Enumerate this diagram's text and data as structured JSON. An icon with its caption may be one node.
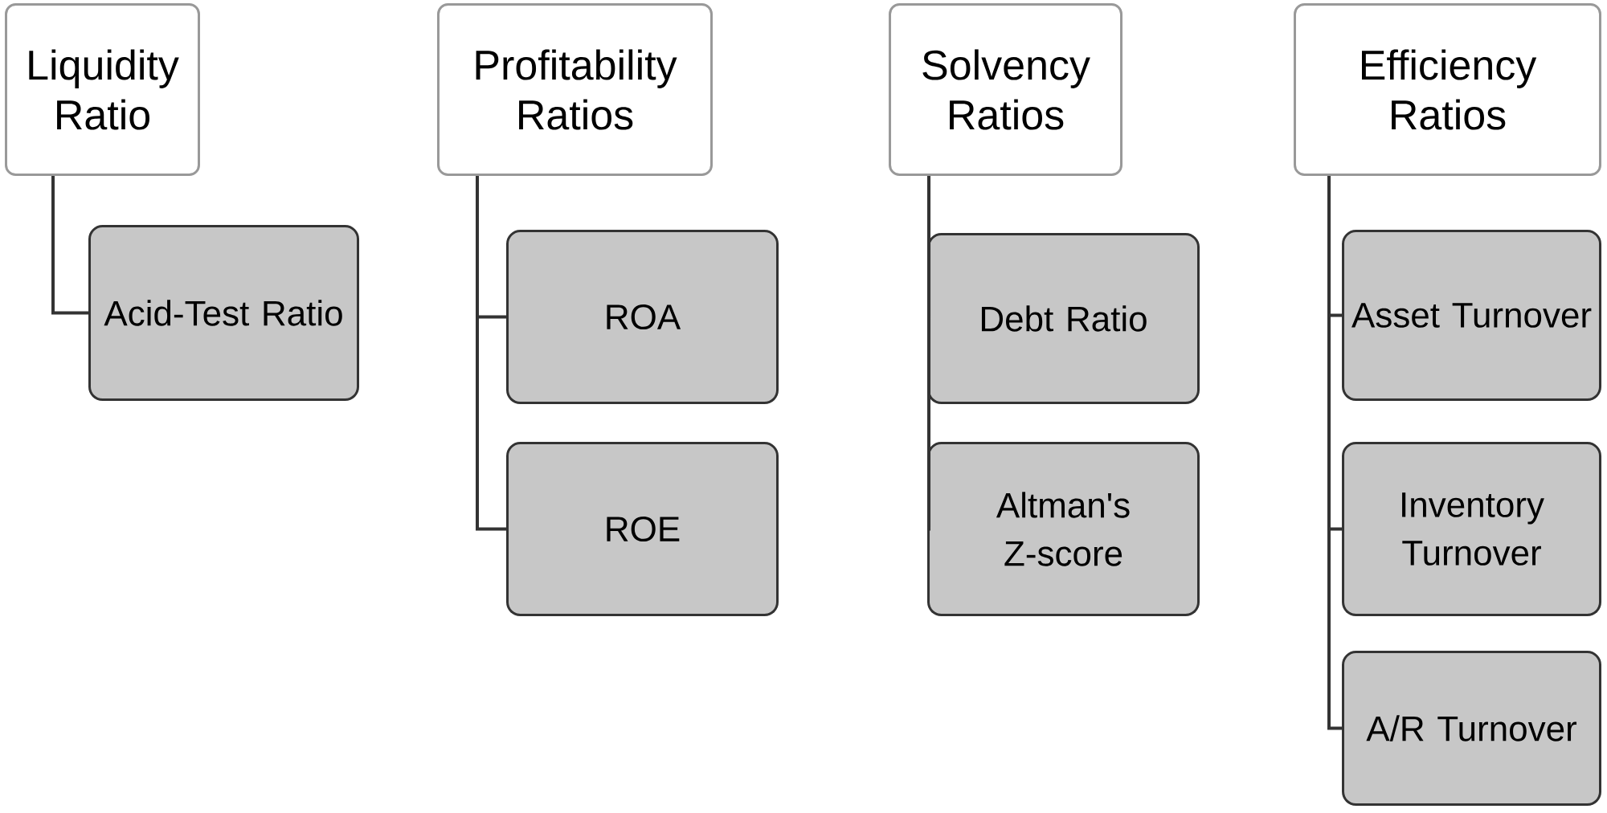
{
  "diagram": {
    "nodes": [
      {
        "text": [
          "Liquidity Ratio"
        ]
      },
      {
        "text": [
          "Acid-Test Ratio"
        ]
      },
      {
        "text": [
          "Profitability Ratios"
        ]
      },
      {
        "text": [
          "ROA"
        ]
      },
      {
        "text": [
          "ROE"
        ]
      },
      {
        "text": [
          "Solvency Ratios"
        ]
      },
      {
        "text": [
          "Debt Ratio"
        ]
      },
      {
        "text": [
          "Altman's Z-score"
        ]
      },
      {
        "text": [
          "Efficiency Ratios"
        ]
      },
      {
        "text": [
          "Asset Turnover"
        ]
      },
      {
        "text": [
          "Inventory Turnover"
        ]
      },
      {
        "text": [
          "A/R Turnover"
        ]
      }
    ],
    "edges": [
      {
        "from": 0,
        "to": 1,
        "arrow": "none"
      },
      {
        "from": 2,
        "to": 3,
        "arrow": "none"
      },
      {
        "from": 2,
        "to": 4,
        "arrow": "none"
      },
      {
        "from": 5,
        "to": 6,
        "arrow": "none"
      },
      {
        "from": 5,
        "to": 7,
        "arrow": "none"
      },
      {
        "from": 8,
        "to": 9,
        "arrow": "none"
      },
      {
        "from": 8,
        "to": 10,
        "arrow": "none"
      },
      {
        "from": 8,
        "to": 11,
        "arrow": "none"
      }
    ]
  }
}
